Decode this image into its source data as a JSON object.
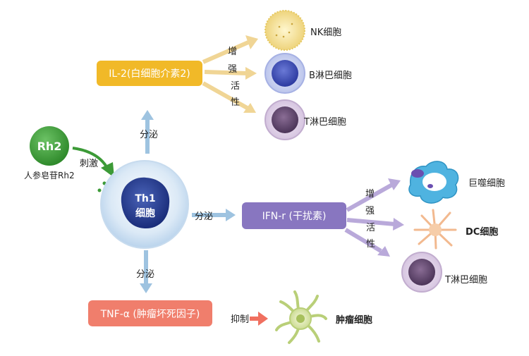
{
  "colors": {
    "il2": "#f1b928",
    "ifn": "#8876c0",
    "tnf": "#f07e6c",
    "rh2": "#4aa345",
    "arrow_blue": "#9ec3e0",
    "arrow_yellow": "#f0d595",
    "arrow_purple": "#b9a9da",
    "arrow_red": "#f07060"
  },
  "rh2": {
    "badge": "Rh2",
    "caption": "人参皂苷Rh2",
    "stimulate_label": "刺激"
  },
  "th1": {
    "line1": "Th1",
    "line2": "细胞"
  },
  "secrete_up_label": "分泌",
  "secrete_right_label": "分泌",
  "secrete_down_label": "分泌",
  "il2": {
    "box_label": "IL-2(白细胞介素2)",
    "enhance_chars": [
      "增",
      "强",
      "活",
      "性"
    ],
    "targets": [
      "NK细胞",
      "B淋巴细胞",
      "T淋巴细胞"
    ]
  },
  "ifn": {
    "box_label": "IFN-r (干扰素)",
    "enhance_chars": [
      "增",
      "强",
      "活",
      "性"
    ],
    "targets": [
      "巨噬细胞",
      "DC细胞",
      "T淋巴细胞"
    ]
  },
  "tnf": {
    "box_label": "TNF-α (肿瘤坏死因子)",
    "inhibit_label": "抑制",
    "target": "肿瘤细胞"
  }
}
